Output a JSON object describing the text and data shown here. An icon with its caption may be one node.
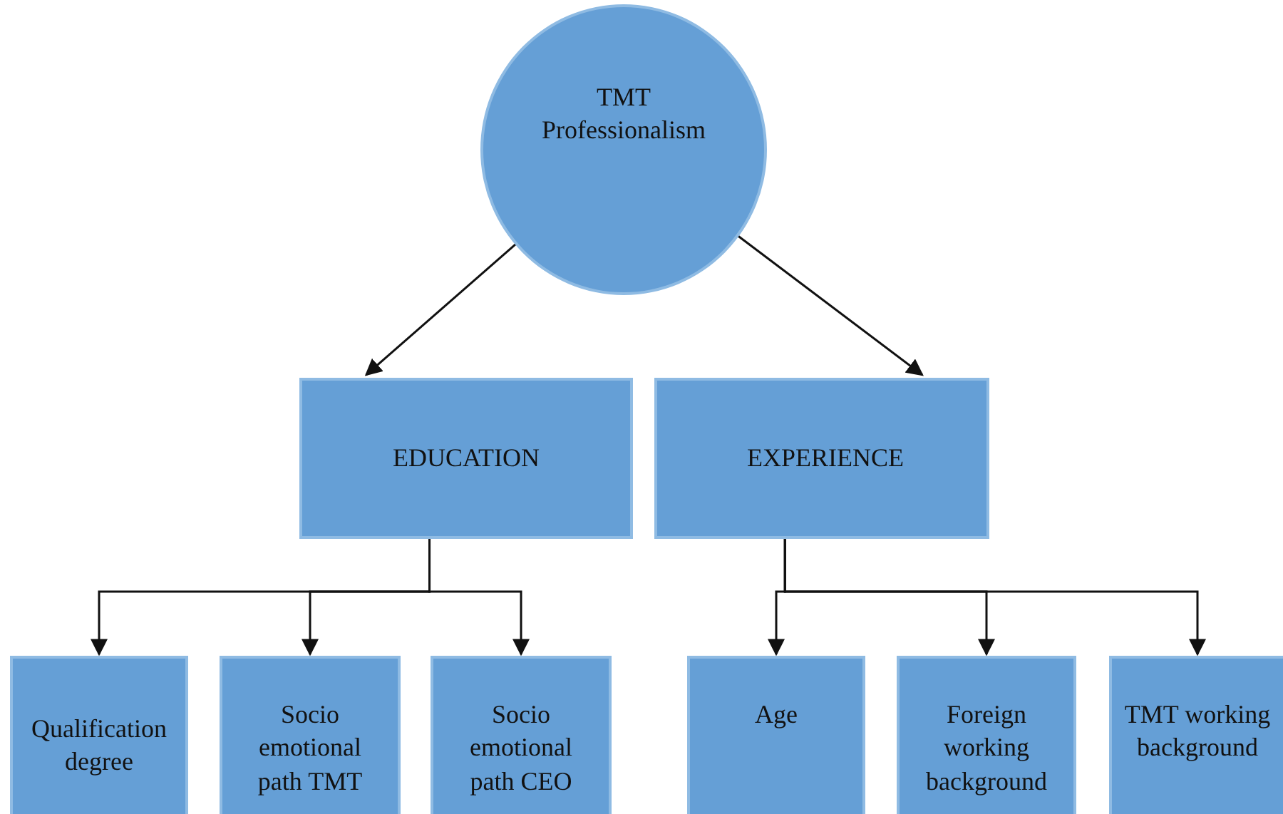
{
  "diagram": {
    "nodes": [
      {
        "text": [
          "TMT Professionalism"
        ]
      },
      {
        "text": [
          "EDUCATION"
        ]
      },
      {
        "text": [
          "EXPERIENCE"
        ]
      },
      {
        "text": [
          "Qualification degree"
        ]
      },
      {
        "text": [
          "Socio emotional path TMT"
        ]
      },
      {
        "text": [
          "Socio emotional path CEO"
        ]
      },
      {
        "text": [
          "Age"
        ]
      },
      {
        "text": [
          "Foreign working background"
        ]
      },
      {
        "text": [
          "TMT working background"
        ]
      }
    ],
    "edges": [
      {
        "from": 0,
        "to": 1,
        "arrow": "to"
      },
      {
        "from": 0,
        "to": 2,
        "arrow": "to"
      },
      {
        "from": 1,
        "to": 3,
        "arrow": "to"
      },
      {
        "from": 1,
        "to": 4,
        "arrow": "to"
      },
      {
        "from": 1,
        "to": 5,
        "arrow": "to"
      },
      {
        "from": 2,
        "to": 6,
        "arrow": "to"
      },
      {
        "from": 2,
        "to": 7,
        "arrow": "to"
      },
      {
        "from": 2,
        "to": 8,
        "arrow": "to"
      }
    ]
  }
}
